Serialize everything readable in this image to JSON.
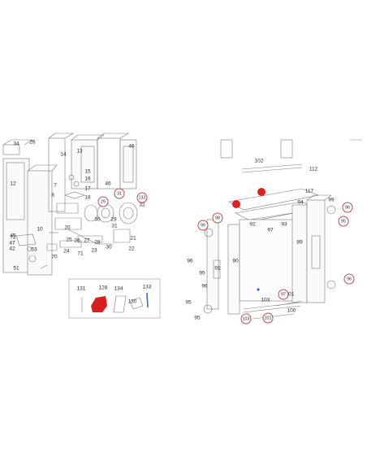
{
  "diagram": {
    "corner_code": "▭▭▭▭",
    "left_group": {
      "plain_labels": [
        "13",
        "12",
        "10",
        "7",
        "8",
        "72",
        "47",
        "42",
        "53",
        "51",
        "70",
        "71",
        "24",
        "20",
        "25",
        "18",
        "17",
        "16",
        "15",
        "14",
        "23",
        "26",
        "27",
        "28",
        "30",
        "31",
        "29",
        "21",
        "22",
        "30",
        "32",
        "34",
        "46",
        "26",
        "45",
        "46"
      ],
      "circled_labels": [
        "29",
        "31",
        "132"
      ]
    },
    "accessory_group": {
      "labels": [
        "131",
        "128",
        "134",
        "130",
        "133"
      ]
    },
    "right_group": {
      "plain_labels": [
        "102",
        "112",
        "117",
        "94",
        "99",
        "96",
        "95",
        "93",
        "92",
        "97",
        "89",
        "91",
        "90",
        "96",
        "95",
        "95",
        "95",
        "96",
        "98",
        "100",
        "101",
        "102",
        "103"
      ],
      "circled_labels": [
        "98",
        "99",
        "96",
        "95",
        "96",
        "97",
        "101",
        "103"
      ]
    },
    "highlight_color": "#e02020"
  }
}
